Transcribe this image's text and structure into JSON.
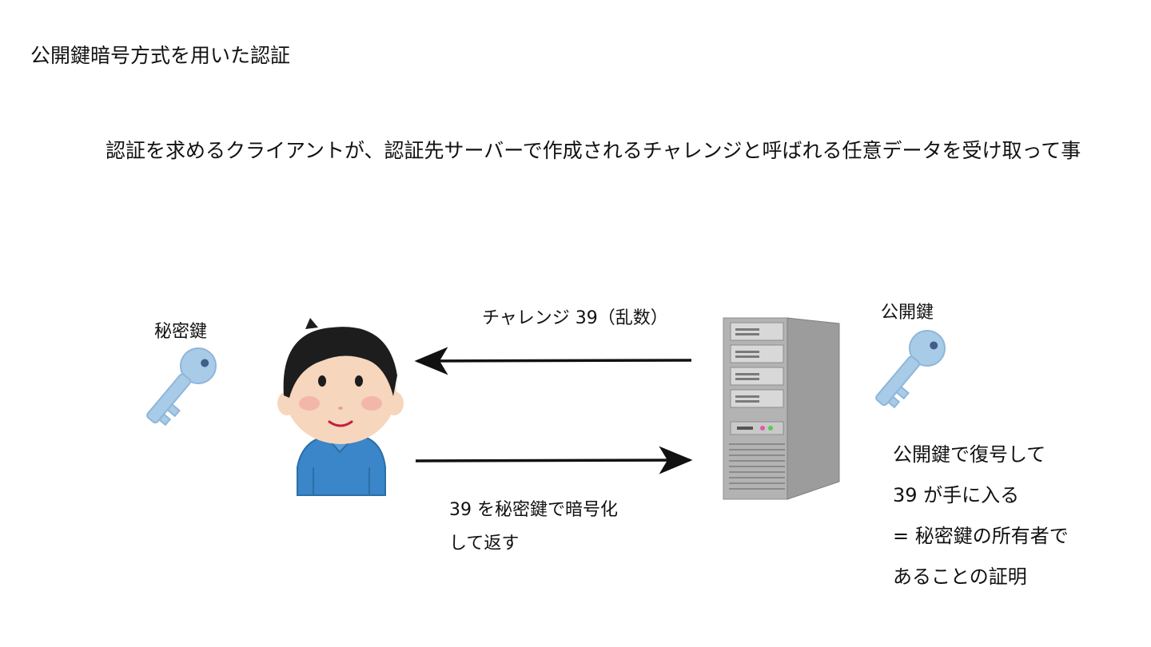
{
  "title": "公開鍵暗号方式を用いた認証",
  "description": "認証を求めるクライアントが、認証先サーバーで作成されるチャレンジと呼ばれる任意データを受け取って事",
  "private_key_label": "秘密鍵",
  "public_key_label": "公開鍵",
  "challenge_label": "チャレンジ 39（乱数）",
  "response_label_lines": [
    "39 を秘密鍵で暗号化",
    "して返す"
  ],
  "conclusion_lines": [
    "公開鍵で復号して",
    "39 が手に入る",
    "= 秘密鍵の所有者で",
    "あることの証明"
  ],
  "icons": {
    "private_key": "key-icon",
    "public_key": "key-icon",
    "client": "person-icon",
    "server": "server-icon"
  },
  "colors": {
    "key": "#a8cbe8",
    "key_dark": "#6e98c2",
    "shirt": "#3a86c8",
    "server": "#a7a7a7"
  }
}
